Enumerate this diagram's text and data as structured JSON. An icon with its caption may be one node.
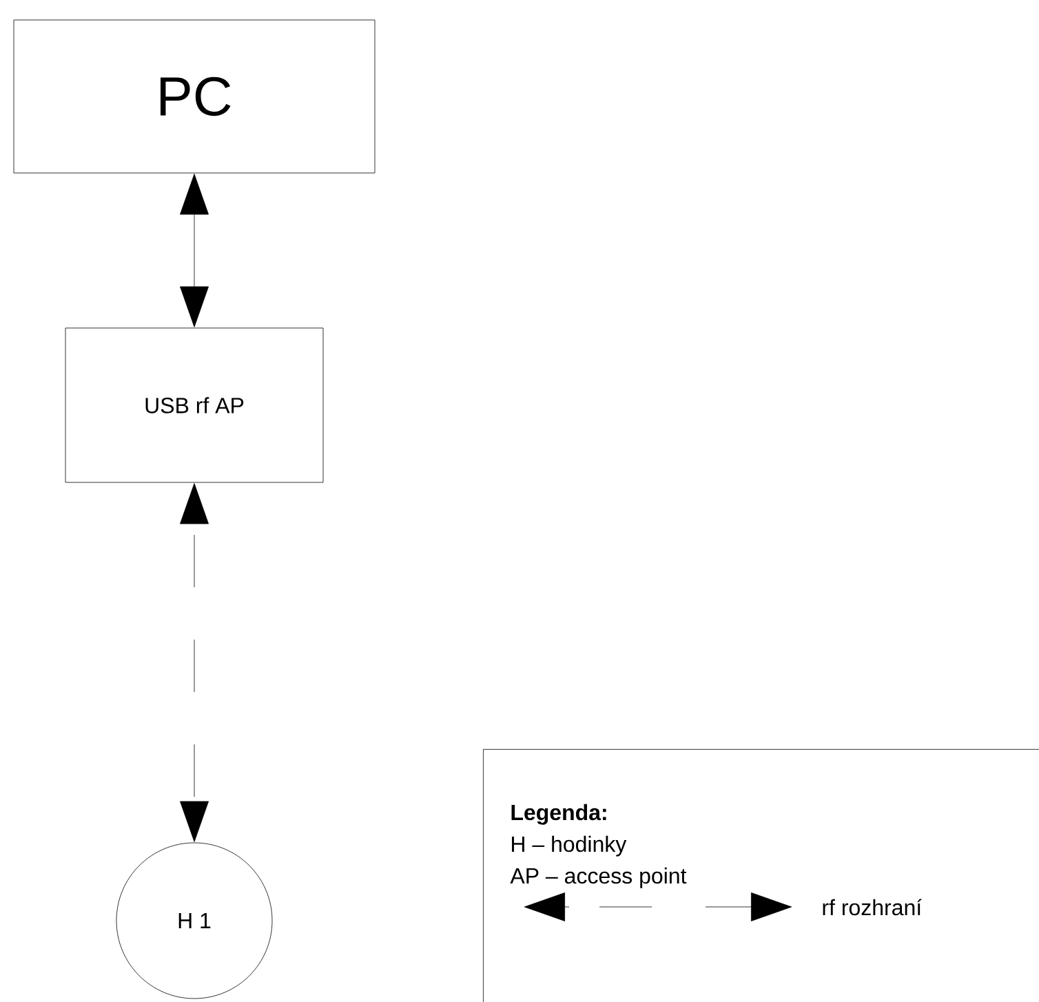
{
  "diagram": {
    "nodes": [
      {
        "text": [
          "PC"
        ]
      },
      {
        "text": [
          "USB rf AP"
        ]
      },
      {
        "text": [
          "H 1"
        ]
      },
      {
        "text": [
          "Legenda:",
          "H – hodinky",
          "AP – access point"
        ]
      }
    ],
    "edges": [
      {
        "from": 0,
        "to": 1,
        "arrow": "both"
      },
      {
        "from": 1,
        "to": 2,
        "arrow": "both",
        "style": "dashed"
      }
    ],
    "legend": [
      {
        "text": "rf rozhraní"
      }
    ]
  }
}
